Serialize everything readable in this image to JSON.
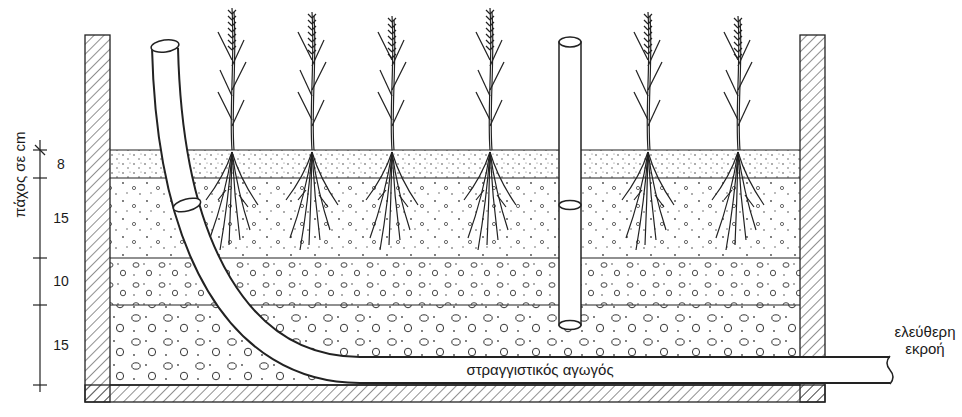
{
  "diagram": {
    "labels": [
      "πάχος σε cm",
      "8",
      "15",
      "10",
      "15",
      "στραγγιστικός αγωγός",
      "ελεύθερη εκροή"
    ]
  }
}
